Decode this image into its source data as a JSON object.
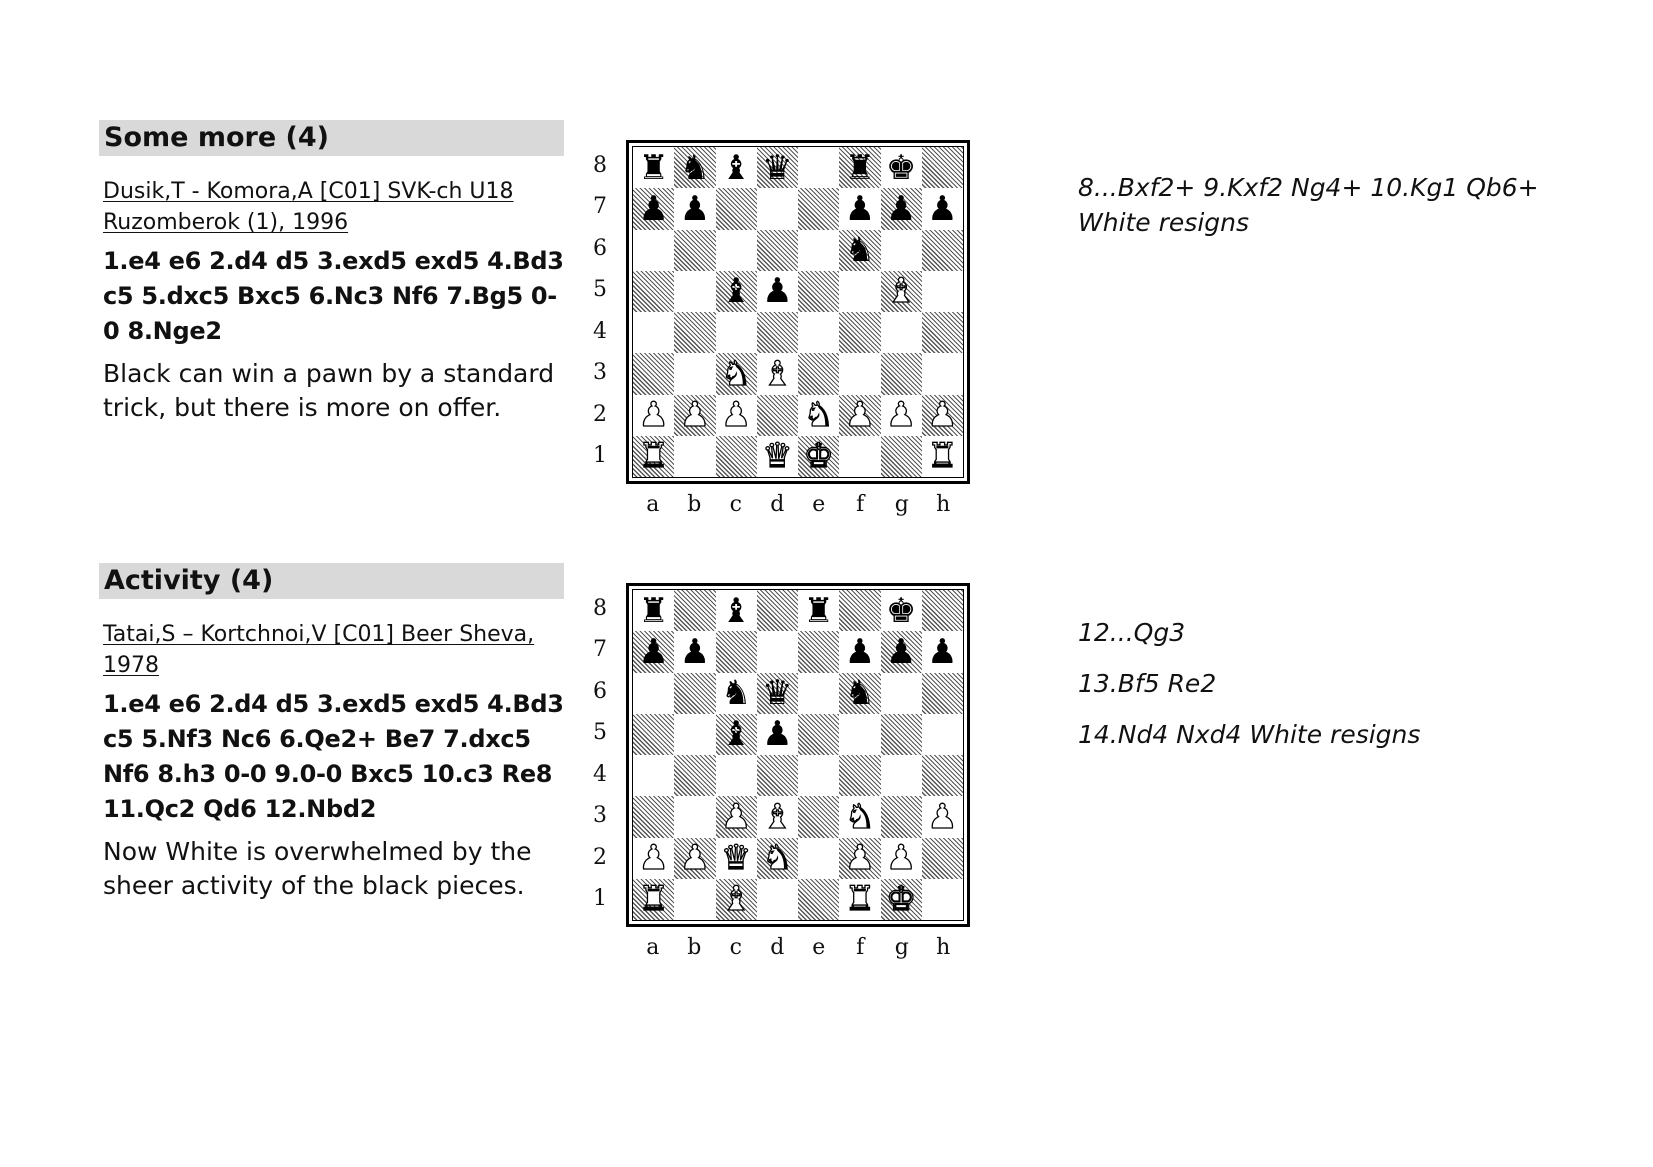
{
  "sections": [
    {
      "title": "Some more (4)",
      "source": "Dusik,T - Komora,A  [C01] SVK-ch U18 Ruzomberok (1), 1996",
      "moves": "1.e4 e6 2.d4 d5 3.exd5 exd5 4.Bd3 c5 5.dxc5 Bxc5 6.Nc3 Nf6 7.Bg5 0-0 8.Nge2",
      "comment": "Black can win a pawn by a standard trick, but there is more on offer.",
      "notes": [
        "8...Bxf2+ 9.Kxf2 Ng4+ 10.Kg1 Qb6+ White resigns"
      ],
      "board": [
        "rnbq.rk.",
        "pp...ppp",
        ".....n..",
        "..bp..B.",
        "........",
        "..NB....",
        "PPP.NPPP",
        "R..QK..R"
      ]
    },
    {
      "title": "Activity (4)",
      "source": "Tatai,S – Kortchnoi,V [C01] Beer Sheva, 1978",
      "moves": "1.e4 e6 2.d4 d5 3.exd5 exd5 4.Bd3 c5 5.Nf3 Nc6 6.Qe2+ Be7 7.dxc5 Nf6 8.h3 0-0 9.0-0 Bxc5 10.c3 Re8 11.Qc2 Qd6 12.Nbd2",
      "comment": "Now White is overwhelmed by the sheer activity of the black pieces.",
      "notes": [
        "12...Qg3",
        "13.Bf5 Re2",
        "14.Nd4 Nxd4 White resigns"
      ],
      "board": [
        "r.b.r.k.",
        "pp...ppp",
        "..nq.n..",
        "..bp....",
        "........",
        "..PB.N.P",
        "PPQN.PP.",
        "R.B..RK."
      ]
    }
  ],
  "ranks": [
    "8",
    "7",
    "6",
    "5",
    "4",
    "3",
    "2",
    "1"
  ],
  "files": [
    "a",
    "b",
    "c",
    "d",
    "e",
    "f",
    "g",
    "h"
  ]
}
